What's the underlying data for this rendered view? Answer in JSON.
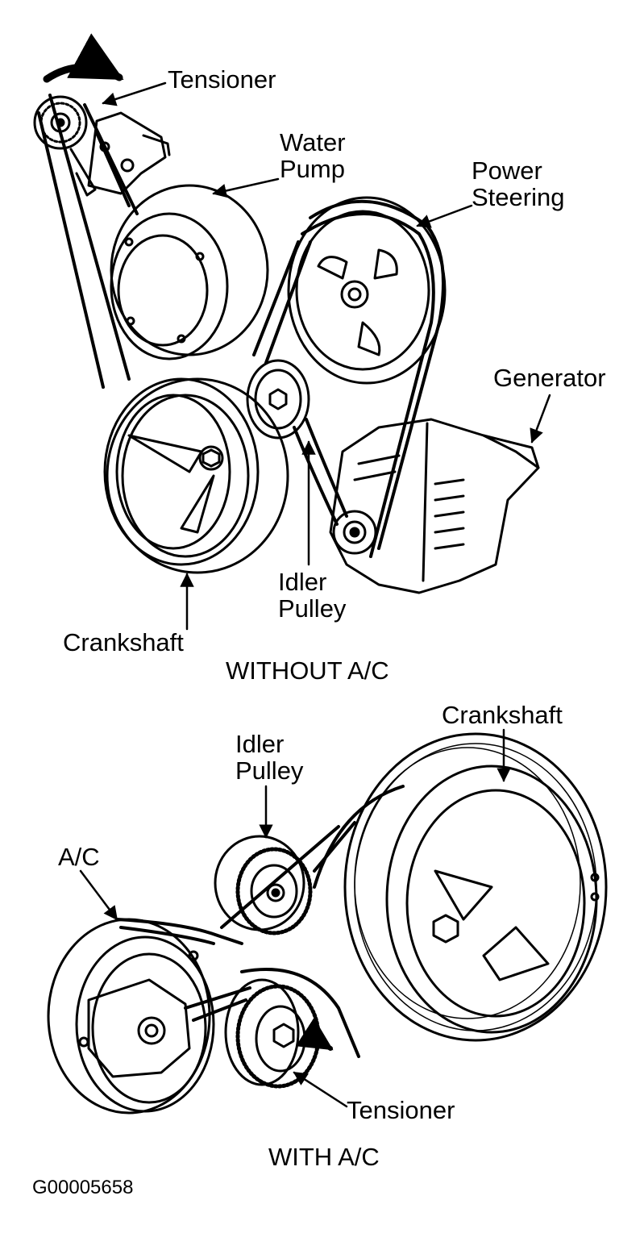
{
  "figure_id": "G00005658",
  "top_diagram": {
    "caption": "WITHOUT A/C",
    "labels": {
      "tensioner": "Tensioner",
      "water_pump_l1": "Water",
      "water_pump_l2": "Pump",
      "power_steering_l1": "Power",
      "power_steering_l2": "Steering",
      "generator": "Generator",
      "idler_pulley_l1": "Idler",
      "idler_pulley_l2": "Pulley",
      "crankshaft": "Crankshaft"
    }
  },
  "bottom_diagram": {
    "caption": "WITH A/C",
    "labels": {
      "crankshaft": "Crankshaft",
      "idler_pulley_l1": "Idler",
      "idler_pulley_l2": "Pulley",
      "ac": "A/C",
      "tensioner": "Tensioner"
    }
  },
  "colors": {
    "ink": "#000000",
    "paper": "#ffffff"
  }
}
